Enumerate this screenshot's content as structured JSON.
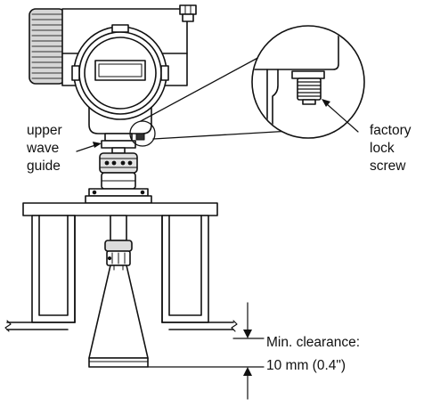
{
  "labels": {
    "upper_wave_guide": [
      "upper",
      "wave",
      "guide"
    ],
    "factory_lock_screw": [
      "factory",
      "lock",
      "screw"
    ],
    "clearance": [
      "Min. clearance:",
      "10 mm (0.4\")"
    ]
  },
  "colors": {
    "stroke": "#111111",
    "fill": "#ffffff",
    "shade": "#cfcfcf",
    "dark": "#222222"
  }
}
